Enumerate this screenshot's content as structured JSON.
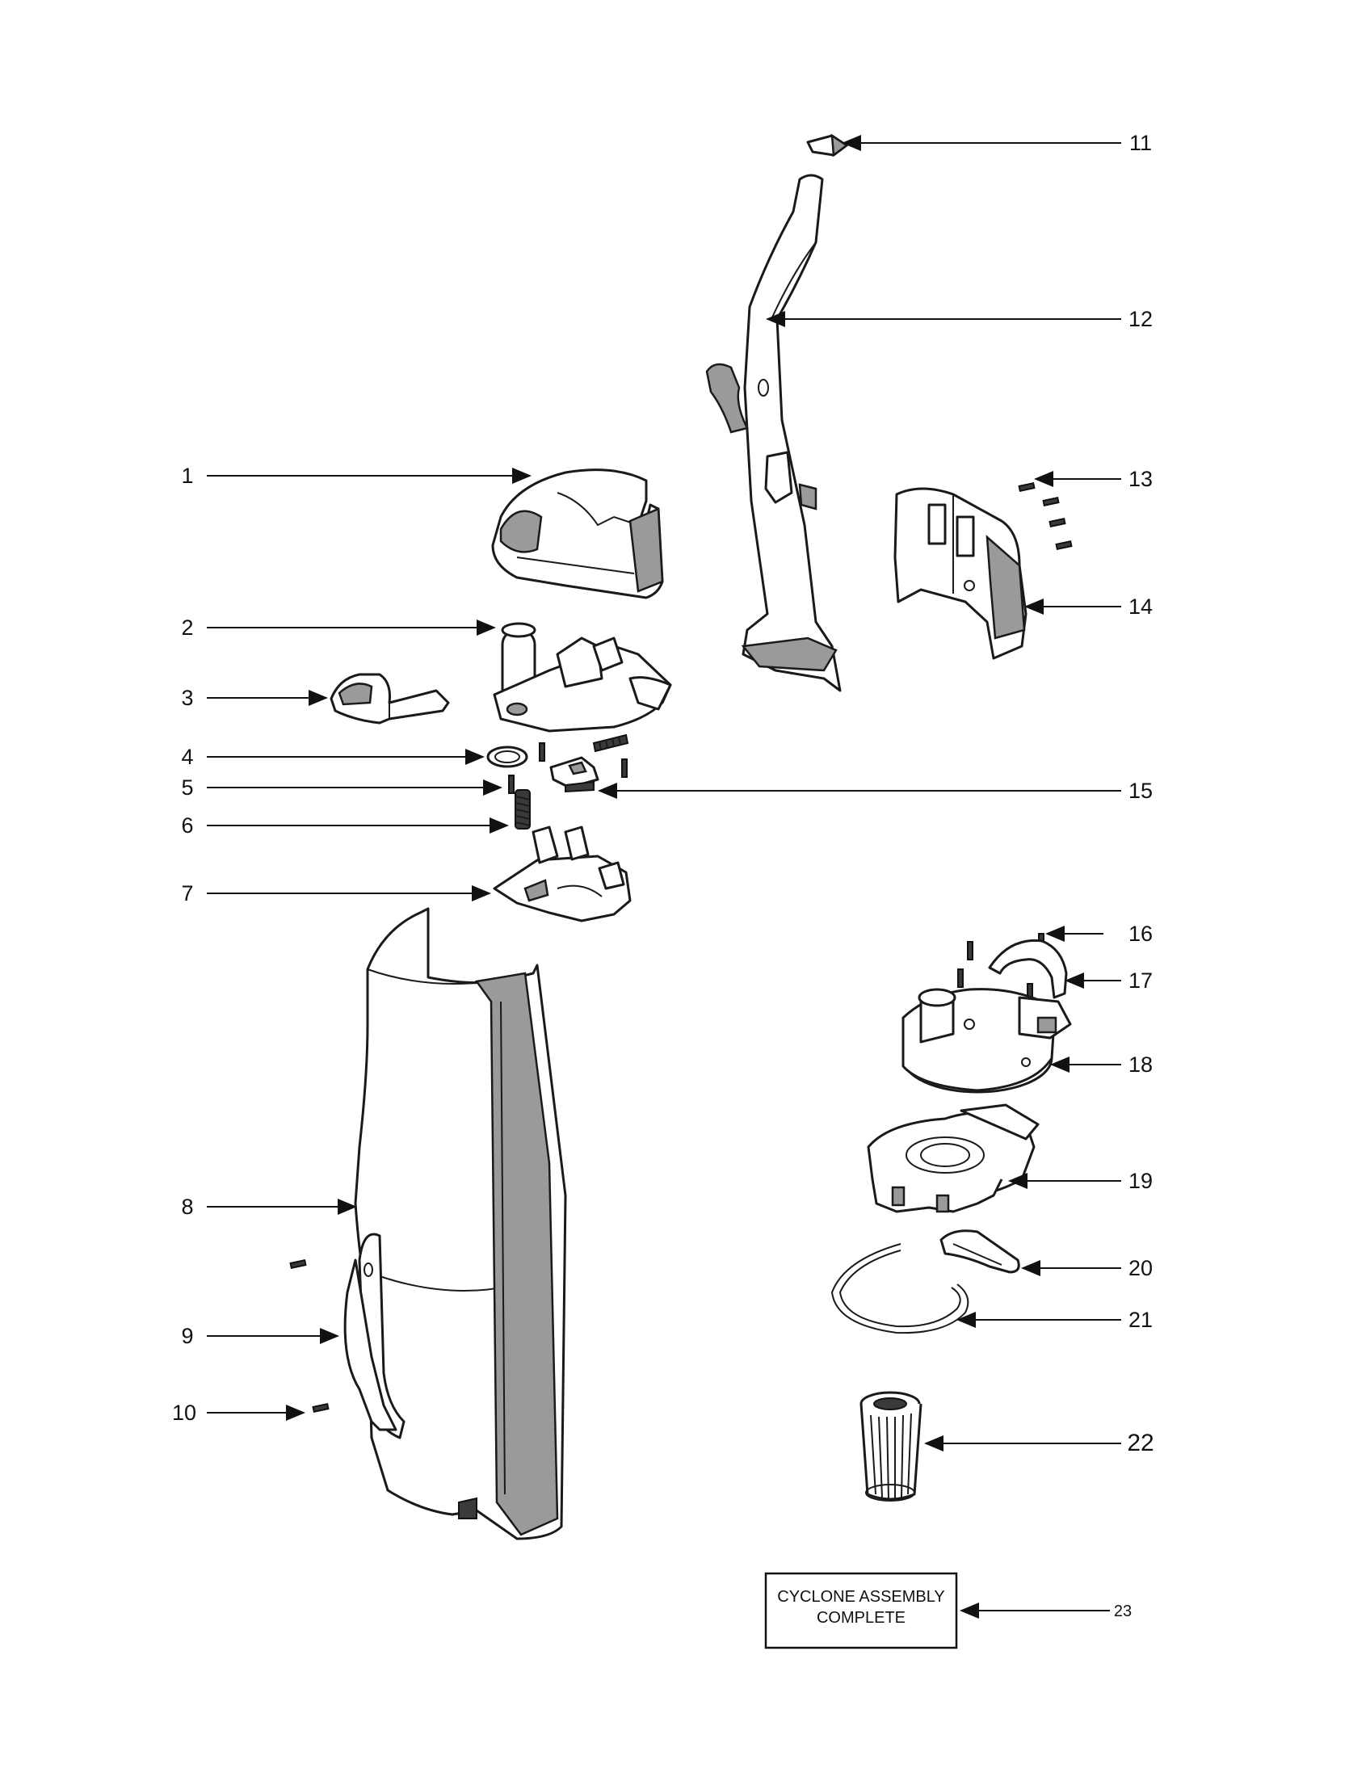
{
  "callouts": [
    {
      "num": "1",
      "side": "left"
    },
    {
      "num": "2",
      "side": "left"
    },
    {
      "num": "3",
      "side": "left"
    },
    {
      "num": "4",
      "side": "left"
    },
    {
      "num": "5",
      "side": "left"
    },
    {
      "num": "6",
      "side": "left"
    },
    {
      "num": "7",
      "side": "left"
    },
    {
      "num": "8",
      "side": "left"
    },
    {
      "num": "9",
      "side": "left"
    },
    {
      "num": "10",
      "side": "left"
    },
    {
      "num": "11",
      "side": "right"
    },
    {
      "num": "12",
      "side": "right"
    },
    {
      "num": "13",
      "side": "right"
    },
    {
      "num": "14",
      "side": "right"
    },
    {
      "num": "15",
      "side": "right"
    },
    {
      "num": "16",
      "side": "right"
    },
    {
      "num": "17",
      "side": "right"
    },
    {
      "num": "18",
      "side": "right"
    },
    {
      "num": "19",
      "side": "right"
    },
    {
      "num": "20",
      "side": "right"
    },
    {
      "num": "21",
      "side": "right"
    },
    {
      "num": "22",
      "side": "right"
    },
    {
      "num": "23",
      "side": "right"
    }
  ],
  "assembly_box": {
    "line1": "CYCLONE ASSEMBLY",
    "line2": "COMPLETE"
  }
}
